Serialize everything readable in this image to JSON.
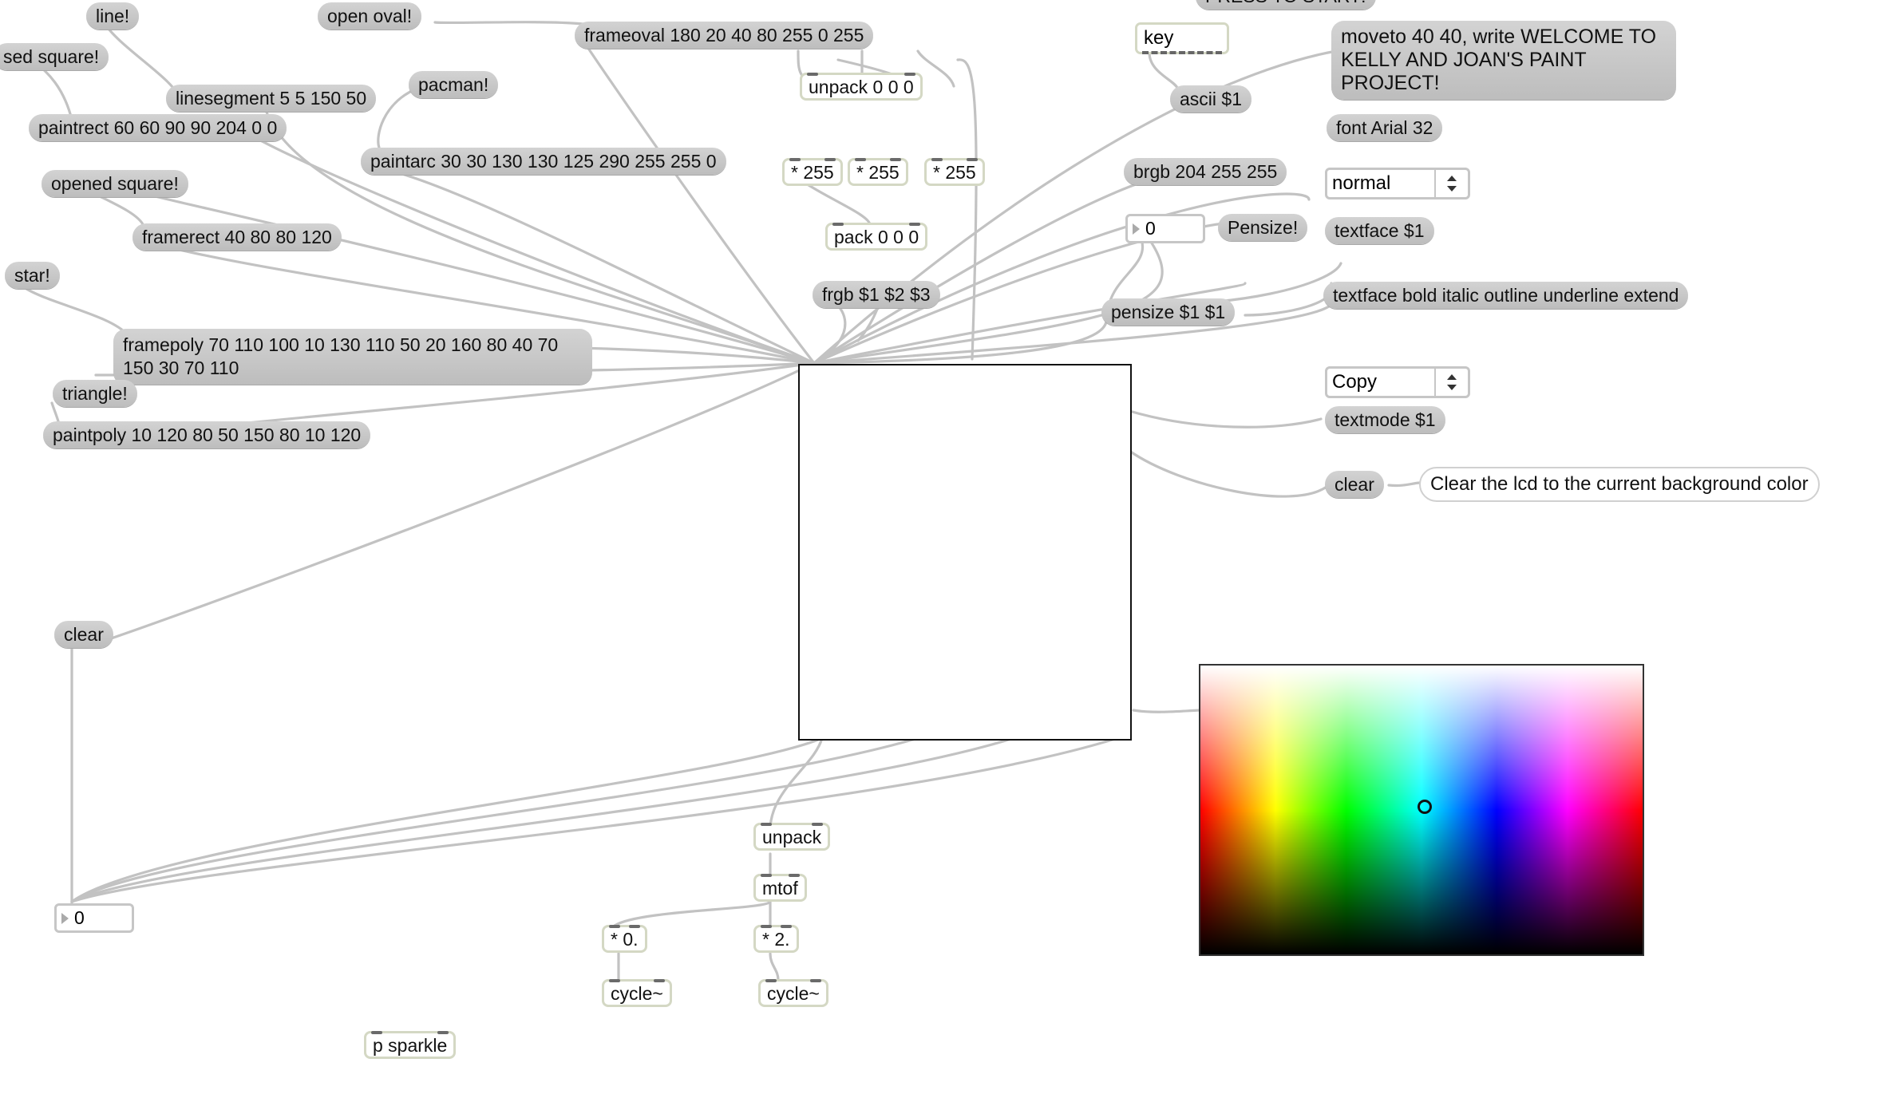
{
  "patch": {
    "messages": {
      "line": "line!",
      "open_oval": "open oval!",
      "closed_square": "sed square!",
      "frameoval": "frameoval 180 20 40 80 255 0 255",
      "linesegment": "linesegment 5 5 150 50",
      "pacman": "pacman!",
      "paintrect": "paintrect 60 60 90 90 204 0 0",
      "paintarc": "paintarc 30 30 130 130 125 290 255 255 0",
      "opened_square": "opened square!",
      "framerect": "framerect 40 80 80 120",
      "star": "star!",
      "framepoly": "framepoly 70 110 100 10 130 110 50 20 160 80 40 70 150 30 70 110",
      "triangle": "triangle!",
      "paintpoly": "paintpoly 10 120 80 50 150 80 10 120",
      "clear_left": "clear",
      "frgb": "frgb $1 $2 $3",
      "press_to_start": "PRESS TO START!",
      "welcome": "moveto 40 40, write WELCOME TO KELLY AND JOAN'S PAINT PROJECT!",
      "ascii": "ascii $1",
      "font": "font Arial 32",
      "brgb": "brgb 204 255 255",
      "pensize_msg": "Pensize!",
      "textface": "textface $1",
      "pensize": "pensize $1 $1",
      "textface_all": "textface bold italic outline underline extend",
      "textmode": "textmode $1",
      "clear_right": "clear"
    },
    "objects": {
      "unpack_top": "unpack 0 0 0",
      "mul1": "* 255",
      "mul2": "* 255",
      "mul3": "* 255",
      "pack": "pack 0 0 0",
      "key": "key",
      "unpack_bottom": "unpack",
      "mtof": "mtof",
      "mul_float": "* 0.",
      "mul_two": "* 2.",
      "cycle1": "cycle~",
      "cycle2": "cycle~",
      "sparkle": "p sparkle"
    },
    "numbers": {
      "pensize_number": "0",
      "bottom_number": "0"
    },
    "menus": {
      "textface_menu": "normal",
      "textmode_menu": "Copy"
    },
    "comments": {
      "clear_comment": "Clear the lcd to the current background color"
    }
  }
}
